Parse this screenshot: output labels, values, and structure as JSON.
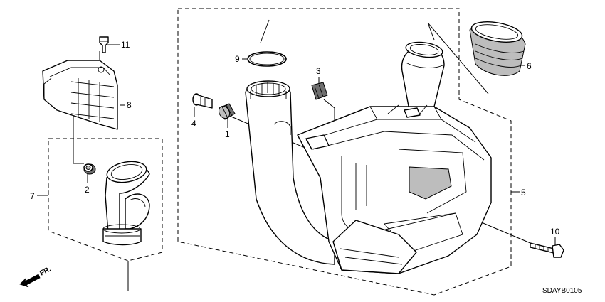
{
  "callouts": {
    "p1": "1",
    "p2": "2",
    "p3": "3",
    "p4": "4",
    "p5": "5",
    "p6": "6",
    "p7": "7",
    "p8": "8",
    "p9": "9",
    "p10": "10",
    "p11": "11"
  },
  "direction_label": "FR.",
  "diagram_code": "SDAYB0105"
}
